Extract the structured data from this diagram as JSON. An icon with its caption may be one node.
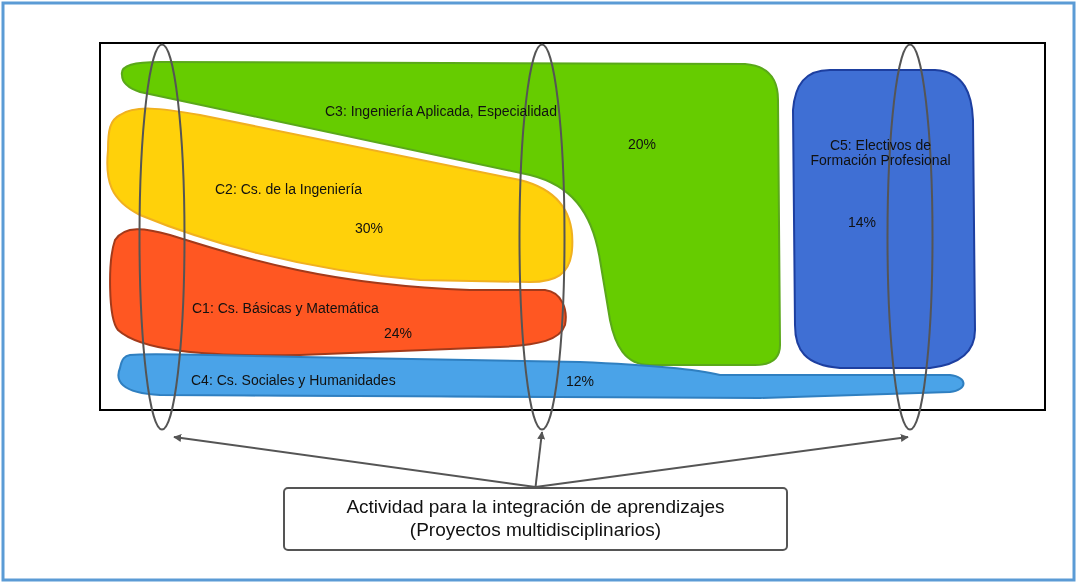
{
  "diagram": {
    "nodes": [
      {
        "text": [
          "C3: Ingeniería Aplicada, Especialidad",
          "20%"
        ]
      },
      {
        "text": [
          "C2: Cs. de la Ingeniería",
          "30%"
        ]
      },
      {
        "text": [
          "C1: Cs. Básicas y Matemática",
          "24%"
        ]
      },
      {
        "text": [
          "C4: Cs. Sociales y Humanidades",
          "12%"
        ]
      },
      {
        "text": [
          "C5: Electivos de Formación Profesional",
          "14%"
        ]
      },
      {
        "text": [],
        "shape": "ellipse"
      },
      {
        "text": [],
        "shape": "ellipse"
      },
      {
        "text": [],
        "shape": "ellipse"
      },
      {
        "text": [
          "Actividad para la integración de aprendizajes (Proyectos multidisciplinarios)"
        ]
      }
    ],
    "edges": [
      {
        "from": 8,
        "to": 5,
        "arrow": "to"
      },
      {
        "from": 8,
        "to": 6,
        "arrow": "to"
      },
      {
        "from": 8,
        "to": 7,
        "arrow": "to"
      }
    ]
  }
}
